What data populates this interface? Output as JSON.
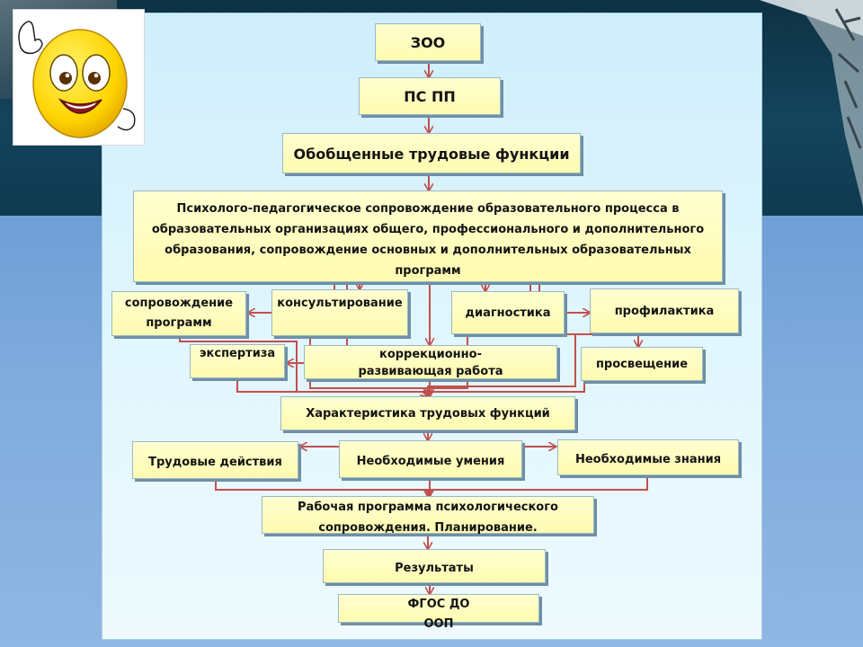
{
  "diagram": {
    "nodes": [
      {
        "id": "zoo",
        "label": "ЗОО"
      },
      {
        "id": "ps-pp",
        "label": "ПС ПП"
      },
      {
        "id": "general-functions",
        "label": "Обобщенные трудовые функции"
      },
      {
        "id": "psych-support",
        "label": "Психолого-педагогическое сопровождение образовательного процесса в образовательных организациях общего, профессионального и дополнительного образования, сопровождение основных и дополнительных образовательных программ"
      },
      {
        "id": "program-support",
        "label": "сопровождение программ"
      },
      {
        "id": "consulting",
        "label": "консультирование"
      },
      {
        "id": "diagnostics",
        "label": "диагностика"
      },
      {
        "id": "prevention",
        "label": "профилактика"
      },
      {
        "id": "expertise",
        "label": "экспертиза"
      },
      {
        "id": "correction",
        "label": "коррекционно-развивающая работа"
      },
      {
        "id": "education",
        "label": "просвещение"
      },
      {
        "id": "characteristics",
        "label": "Характеристика трудовых функций"
      },
      {
        "id": "labor-actions",
        "label": "Трудовые действия"
      },
      {
        "id": "required-skills",
        "label": "Необходимые умения"
      },
      {
        "id": "required-knowledge",
        "label": "Необходимые знания"
      },
      {
        "id": "work-program",
        "label": "Рабочая программа психологического сопровождения. Планирование."
      },
      {
        "id": "results",
        "label": "Результаты"
      },
      {
        "id": "fgos",
        "label": "ФГОС ДО ООП"
      }
    ],
    "edges": [
      {
        "from": "zoo",
        "to": "ps-pp"
      },
      {
        "from": "ps-pp",
        "to": "general-functions"
      },
      {
        "from": "general-functions",
        "to": "psych-support"
      },
      {
        "from": "psych-support",
        "to": "program-support"
      },
      {
        "from": "psych-support",
        "to": "consulting"
      },
      {
        "from": "psych-support",
        "to": "diagnostics"
      },
      {
        "from": "psych-support",
        "to": "prevention"
      },
      {
        "from": "psych-support",
        "to": "expertise"
      },
      {
        "from": "psych-support",
        "to": "correction"
      },
      {
        "from": "psych-support",
        "to": "education"
      },
      {
        "from": "program-support",
        "to": "characteristics"
      },
      {
        "from": "consulting",
        "to": "characteristics"
      },
      {
        "from": "diagnostics",
        "to": "characteristics"
      },
      {
        "from": "prevention",
        "to": "characteristics"
      },
      {
        "from": "expertise",
        "to": "characteristics"
      },
      {
        "from": "correction",
        "to": "characteristics"
      },
      {
        "from": "education",
        "to": "characteristics"
      },
      {
        "from": "required-skills",
        "to": "labor-actions"
      },
      {
        "from": "required-skills",
        "to": "required-knowledge"
      },
      {
        "from": "labor-actions",
        "to": "work-program"
      },
      {
        "from": "required-skills",
        "to": "work-program"
      },
      {
        "from": "required-knowledge",
        "to": "work-program"
      },
      {
        "from": "work-program",
        "to": "results"
      },
      {
        "from": "results",
        "to": "fgos"
      }
    ]
  },
  "colors": {
    "box_fill": "#ffffc4",
    "box_border": "#9ab8c9",
    "edge": "#c0504d",
    "panel": "#dff5fd"
  },
  "icons": {
    "mascot": "smiling-lemon-mascot-icon"
  }
}
